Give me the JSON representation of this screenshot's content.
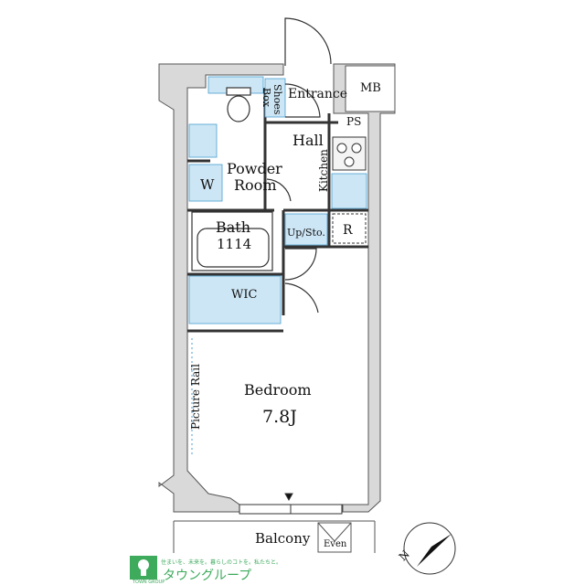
{
  "rooms": {
    "entrance": "Entrance",
    "shoes_box_line1": "Shoes",
    "shoes_box_line2": "Box",
    "mb": "MB",
    "ps": "PS",
    "hall": "Hall",
    "powder_room_line1": "Powder",
    "powder_room_line2": "Room",
    "washer": "W",
    "kitchen": "Kitchen",
    "bath": "Bath",
    "bath_size": "1114",
    "up_sto": "Up/Sto.",
    "fridge": "R",
    "wic": "WIC",
    "bedroom": "Bedroom",
    "bedroom_size": "7.8J",
    "picture_rail": "Picture Rail",
    "balcony": "Balcony",
    "even": "Even",
    "north": "N"
  },
  "logo": {
    "brand": "タウングループ",
    "subtext": "TOWN GROUP",
    "tagline": "住まいを、未来を。暮らしのコトを。私たちと。",
    "color": "#3daa5c"
  },
  "colors": {
    "wall": "#d9d9d9",
    "wall_stroke": "#555555",
    "fixture": "#cde6f5"
  }
}
